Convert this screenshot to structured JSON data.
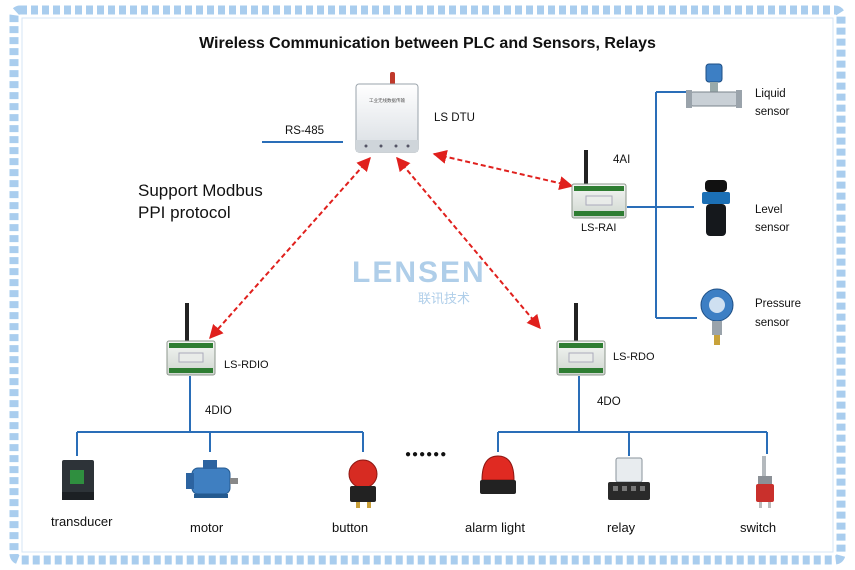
{
  "title": "Wireless Communication between PLC and Sensors, Relays",
  "protocol_note": {
    "line1": "Support Modbus",
    "line2": "PPI protocol"
  },
  "dtu": {
    "label": "LS DTU",
    "bus": "RS-485",
    "faceplate": "工业无线数据传输"
  },
  "rai": {
    "label": "LS-RAI",
    "io": "4AI"
  },
  "rdio": {
    "label": "LS-RDIO",
    "io": "4DIO"
  },
  "rdo": {
    "label": "LS-RDO",
    "io": "4DO"
  },
  "sensors": [
    {
      "line1": "Liquid",
      "line2": "sensor",
      "icon": "flow-sensor-icon"
    },
    {
      "line1": "Level",
      "line2": "sensor",
      "icon": "level-sensor-icon"
    },
    {
      "line1": "Pressure",
      "line2": "sensor",
      "icon": "pressure-sensor-icon"
    }
  ],
  "rdio_devices": [
    {
      "label": "transducer",
      "icon": "transducer-icon"
    },
    {
      "label": "motor",
      "icon": "motor-icon"
    },
    {
      "label": "button",
      "icon": "push-button-icon"
    }
  ],
  "rdo_devices": [
    {
      "label": "alarm light",
      "icon": "alarm-light-icon"
    },
    {
      "label": "relay",
      "icon": "relay-icon"
    },
    {
      "label": "switch",
      "icon": "toggle-switch-icon"
    }
  ],
  "ellipsis": "●●●●●●",
  "watermark": {
    "main": "LENSEN",
    "sub": "联讯技术"
  },
  "colors": {
    "bus": "#2a6eb8",
    "wireless": "#e0201d",
    "frame": "#9cc6ea"
  }
}
